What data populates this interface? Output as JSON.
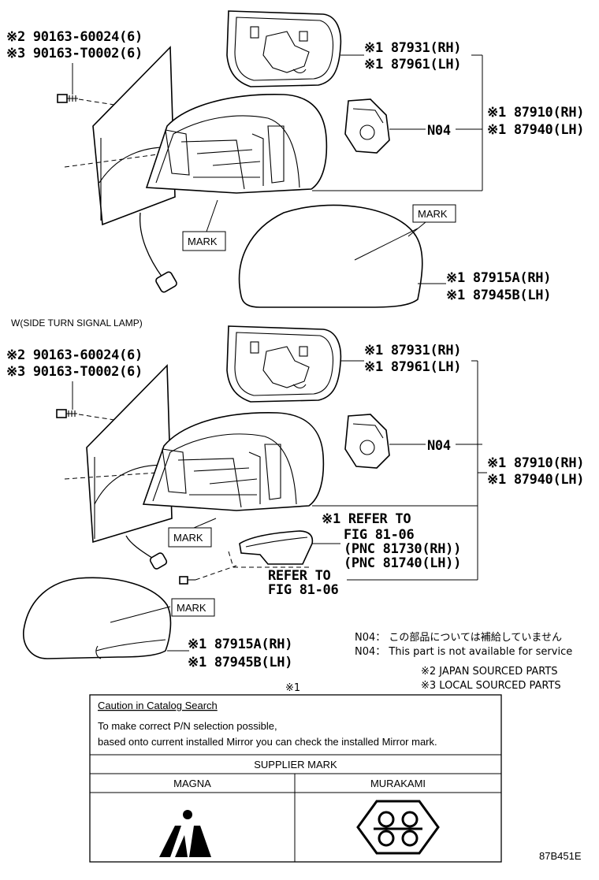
{
  "section1": {
    "bolt_line1": "※2 90163-60024(6)",
    "bolt_line2": "※3 90163-T0002(6)",
    "holder_rh": "※1 87931(RH)",
    "holder_lh": "※1 87961(LH)",
    "n04": "N04",
    "mirror_rh": "※1 87910(RH)",
    "mirror_lh": "※1 87940(LH)",
    "mark_lower": "MARK",
    "mark_upper": "MARK",
    "cover_rh": "※1 87915A(RH)",
    "cover_lh": "※1 87945B(LH)"
  },
  "section2": {
    "heading": "W(SIDE TURN SIGNAL LAMP)",
    "bolt_line1": "※2 90163-60024(6)",
    "bolt_line2": "※3 90163-T0002(6)",
    "holder_rh": "※1 87931(RH)",
    "holder_lh": "※1 87961(LH)",
    "n04": "N04",
    "mirror_rh": "※1 87910(RH)",
    "mirror_lh": "※1 87940(LH)",
    "refer1_line1": "※1 REFER TO",
    "refer1_line2": "FIG 81-06",
    "refer1_line3": "(PNC 81730(RH))",
    "refer1_line4": "(PNC 81740(LH))",
    "refer2_line1": "REFER TO",
    "refer2_line2": "FIG 81-06",
    "mark_left": "MARK",
    "mark_cover": "MARK",
    "cover_rh": "※1 87915A(RH)",
    "cover_lh": "※1 87945B(LH)"
  },
  "notes": {
    "n04_jp": "N04： この部品については補給していません",
    "n04_en": "N04： This part is not available for service",
    "japan": "※2 JAPAN SOURCED PARTS",
    "local": "※3 LOCAL SOURCED PARTS",
    "star1": "※1"
  },
  "caution": {
    "title": "Caution in Catalog Search",
    "line1": "To make correct P/N selection possible,",
    "line2": "based onto current installed Mirror you can check the installed Mirror mark.",
    "supplier_header": "SUPPLIER MARK",
    "col1": "MAGNA",
    "col2": "MURAKAMI"
  },
  "figure_id": "87B451E"
}
